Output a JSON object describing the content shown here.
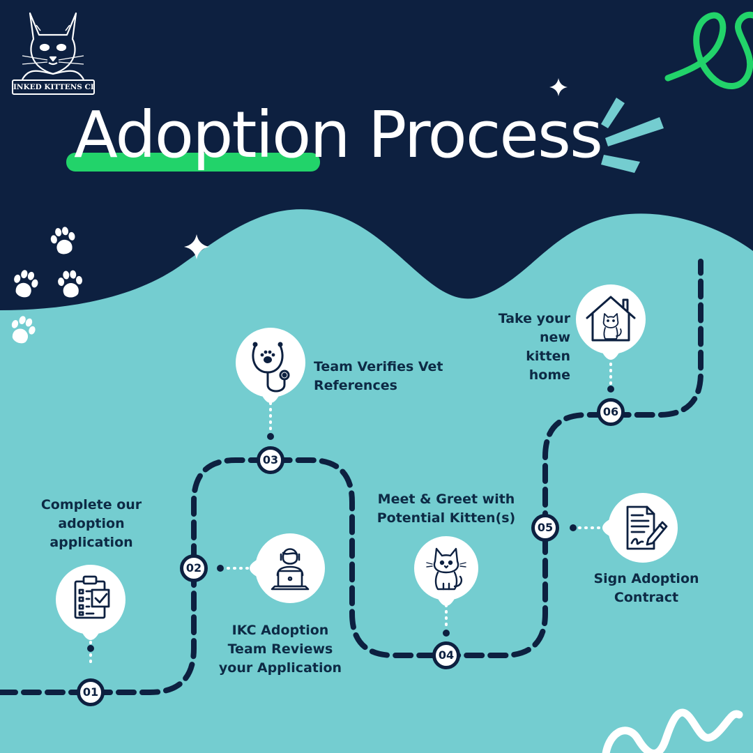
{
  "brand": {
    "logo_text": "INKED KITTENS CLUB"
  },
  "title": "Adoption Process",
  "colors": {
    "navy": "#0d2040",
    "teal": "#74cdd0",
    "green": "#22d36a",
    "white": "#ffffff",
    "text": "#0d2a45"
  },
  "steps": [
    {
      "number": "01",
      "label": "Complete our adoption application",
      "icon": "clipboard-checklist-icon"
    },
    {
      "number": "02",
      "label": "IKC Adoption Team Reviews your Application",
      "icon": "person-laptop-icon"
    },
    {
      "number": "03",
      "label": "Team Verifies Vet References",
      "icon": "stethoscope-paw-icon"
    },
    {
      "number": "04",
      "label": "Meet & Greet with Potential Kitten(s)",
      "icon": "kitten-icon"
    },
    {
      "number": "05",
      "label": "Sign Adoption Contract",
      "icon": "contract-pen-icon"
    },
    {
      "number": "06",
      "label": "Take your new kitten home",
      "icon": "house-cat-icon"
    }
  ]
}
